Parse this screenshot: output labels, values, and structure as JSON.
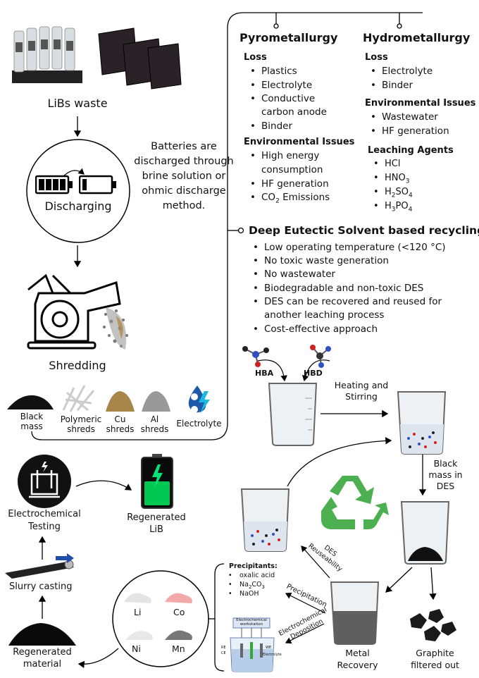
{
  "colors": {
    "line": "#000000",
    "recycle": "#4caf50",
    "battery_green": "#00c853",
    "slurry_arrow": "#1e4fa8"
  },
  "left": {
    "libs_label": "LiBs waste",
    "discharging_label": "Discharging",
    "discharge_note": [
      "Batteries are",
      "discharged through",
      "brine solution or",
      "ohmic discharge",
      "method."
    ],
    "shredding_label": "Shredding",
    "products": [
      {
        "label": [
          "Black",
          "mass"
        ]
      },
      {
        "label": [
          "Polymeric",
          "shreds"
        ]
      },
      {
        "label": [
          "Cu",
          "shreds"
        ]
      },
      {
        "label": [
          "Al",
          "shreds"
        ]
      },
      {
        "label": [
          "Electrolyte"
        ]
      }
    ]
  },
  "pyro": {
    "title": "Pyrometallurgy",
    "loss_heading": "Loss",
    "loss": [
      "Plastics",
      "Electrolyte",
      "Conductive",
      "carbon anode",
      "Binder"
    ],
    "env_heading": "Environmental Issues",
    "env": [
      "High energy",
      "consumption",
      "HF generation",
      "CO",
      "2",
      "Emissions"
    ]
  },
  "hydro": {
    "title": "Hydrometallurgy",
    "loss_heading": "Loss",
    "loss": [
      "Electrolyte",
      "Binder"
    ],
    "env_heading": "Environmental Issues",
    "env": [
      "Wastewater",
      "HF generation"
    ],
    "agents_heading": "Leaching Agents",
    "agents": [
      "HCl",
      "HNO",
      "3",
      "H",
      "2",
      "SO",
      "4",
      "H",
      "3",
      "PO",
      "4"
    ]
  },
  "des": {
    "title": "Deep Eutectic Solvent based recycling",
    "points": [
      "Low operating temperature (<120 °C)",
      "No toxic waste generation",
      "No wastewater",
      "Biodegradable and non-toxic DES",
      "DES can be recovered and reused for",
      "another leaching process",
      "Cost-effective approach"
    ]
  },
  "process": {
    "hba": "HBA",
    "hbd": "HBD",
    "heating": [
      "Heating and",
      "Stirring"
    ],
    "black_mass_des": [
      "Black",
      "mass in",
      "DES"
    ],
    "des_reuse": [
      "DES",
      "Reuseability"
    ],
    "precipitation": "Precipitation",
    "electro_dep": [
      "Electrochemical",
      "Deposition"
    ],
    "metal_recovery": [
      "Metal",
      "Recovery"
    ],
    "graphite": [
      "Graphite",
      "filtered out"
    ],
    "precipitants_heading": "Precipitants:",
    "precipitants": [
      "oxalic acid",
      "Na",
      "2",
      "CO",
      "3",
      "NaOH"
    ],
    "workstation": [
      "Electrochemical",
      "workstation"
    ],
    "electrode_labels": [
      "RE",
      "CE",
      "WE",
      "Electrolyte"
    ],
    "metals": [
      "Li",
      "Co",
      "Ni",
      "Mn"
    ]
  },
  "bottom_left": {
    "testing": [
      "Electrochemical",
      "Testing"
    ],
    "regenerated_lib": [
      "Regenerated",
      "LiB"
    ],
    "slurry": "Slurry casting",
    "regen_material": [
      "Regenerated",
      "material"
    ]
  }
}
